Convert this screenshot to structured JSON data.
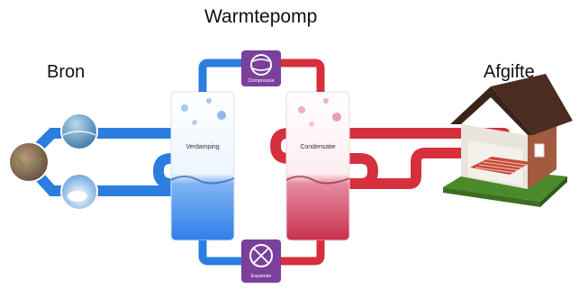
{
  "labels": {
    "heat_pump": "Warmtepomp",
    "source": "Bron",
    "emission": "Afgifte",
    "evaporation": "Verdamping",
    "condensation": "Condensatie",
    "compression": "Compressie",
    "expansion": "Expansie"
  },
  "colors": {
    "cold_pipe": "#2b7de0",
    "hot_pipe": "#d62f3d",
    "unit_purple": "#7b3f9c",
    "water_blue": "#3d8ef0",
    "water_red": "#d9546a",
    "grass": "#4a8a2a",
    "roof": "#4a2c20",
    "brick": "#a45a3e"
  }
}
